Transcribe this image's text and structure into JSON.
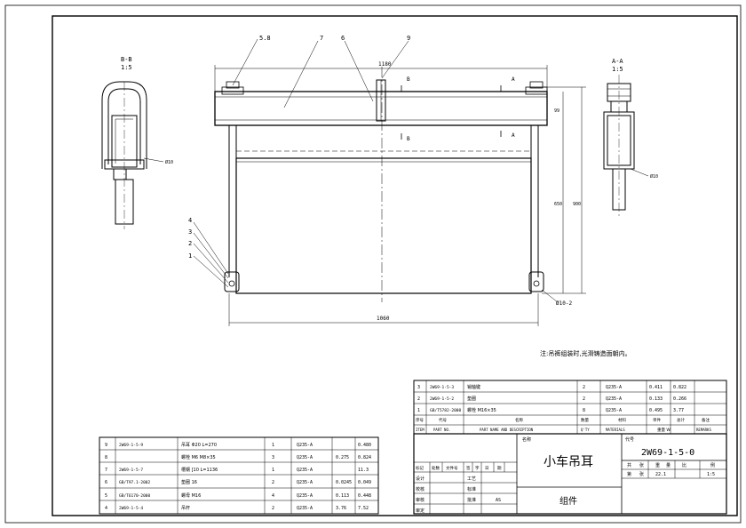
{
  "drawing": {
    "notes": "注:吊裤组装时,光滑铸造面朝内。",
    "dimensions": {
      "top_width": "1180",
      "bottom_width": "1060",
      "height_right": "900",
      "height_inner": "650",
      "top_height": "99",
      "detail_label_left": "Ø10",
      "detail_label_right": "Ø10",
      "bottom_label": "Ø10-2"
    },
    "section_left": {
      "label": "B-B",
      "scale": "1:5"
    },
    "section_right": {
      "label": "A-A",
      "scale": "1:5"
    },
    "balloons": [
      "5.8",
      "7",
      "6",
      "9",
      "4",
      "3",
      "2",
      "1"
    ],
    "section_marks": [
      "B",
      "B",
      "A",
      "A"
    ]
  },
  "parts_upper": {
    "rows": [
      {
        "item": "3",
        "part_no": "2W69-1-5-3",
        "desc": "销轴键",
        "qty": "2",
        "material": "Q235-A",
        "unit": "0.411",
        "total": "0.822"
      },
      {
        "item": "2",
        "part_no": "2W69-1-5-2",
        "desc": "垫圈",
        "qty": "2",
        "material": "Q235-A",
        "unit": "0.133",
        "total": "0.266"
      },
      {
        "item": "1",
        "part_no": "GB/T5782-2000",
        "desc": "螺栓 M16×35",
        "qty": "8",
        "material": "Q235-A",
        "unit": "0.495",
        "total": "3.77"
      }
    ],
    "header": {
      "item": "序号",
      "item_en": "ITEM",
      "part_no": "代号",
      "part_no_en": "PART NO.",
      "desc": "名称",
      "desc_en": "PART NAME AND DESCRIPTION",
      "qty": "数量",
      "qty_en": "Q'TY",
      "material": "材料",
      "material_en": "MATERIALS",
      "unit": "单件",
      "total": "总计",
      "weight": "重量 W.",
      "remark": "备注",
      "remark_en": "REMARKS"
    }
  },
  "parts_lower": {
    "rows": [
      {
        "item": "9",
        "part_no": "2W69-1-5-9",
        "desc": "吊耳 Φ20 L=270",
        "qty": "1",
        "material": "Q235-A",
        "unit": "",
        "total": "0.480"
      },
      {
        "item": "8",
        "part_no": "",
        "desc": "螺栓 M6 M8×35",
        "qty": "3",
        "material": "Q235-A",
        "unit": "0.275",
        "total": "0.824"
      },
      {
        "item": "7",
        "part_no": "2W69-1-5-7",
        "desc": "槽钢 [10 L=1136",
        "qty": "1",
        "material": "Q235-A",
        "unit": "",
        "total": "11.3"
      },
      {
        "item": "6",
        "part_no": "GB/T97.1-2002",
        "desc": "垫圈 16",
        "qty": "2",
        "material": "Q235-A",
        "unit": "0.0245",
        "total": "0.049"
      },
      {
        "item": "5",
        "part_no": "GB/T6170-2000",
        "desc": "螺母 M16",
        "qty": "4",
        "material": "Q235-A",
        "unit": "0.113",
        "total": "0.448"
      },
      {
        "item": "4",
        "part_no": "2W69-1-5-4",
        "desc": "吊杆",
        "qty": "2",
        "material": "Q235-A",
        "unit": "3.76",
        "total": "7.52"
      }
    ]
  },
  "title_block": {
    "material_label": "名称",
    "drawing_no_label": "代号",
    "title": "小车吊耳",
    "drawing_no": "2W69-1-5-0",
    "subtitle": "组件",
    "sign_rows": [
      "设计",
      "校核",
      "审核",
      "审定"
    ],
    "process_rows": [
      "工艺",
      "标准",
      "批准"
    ],
    "approval_value": "AS",
    "change_header": [
      "标记",
      "处数",
      "文件号",
      "签",
      "字",
      "日",
      "期"
    ],
    "stage_header": [
      "共",
      "张",
      "重",
      "量",
      "比",
      "例"
    ],
    "stage_values": [
      "第",
      "张",
      "22.1",
      "1:5"
    ]
  }
}
